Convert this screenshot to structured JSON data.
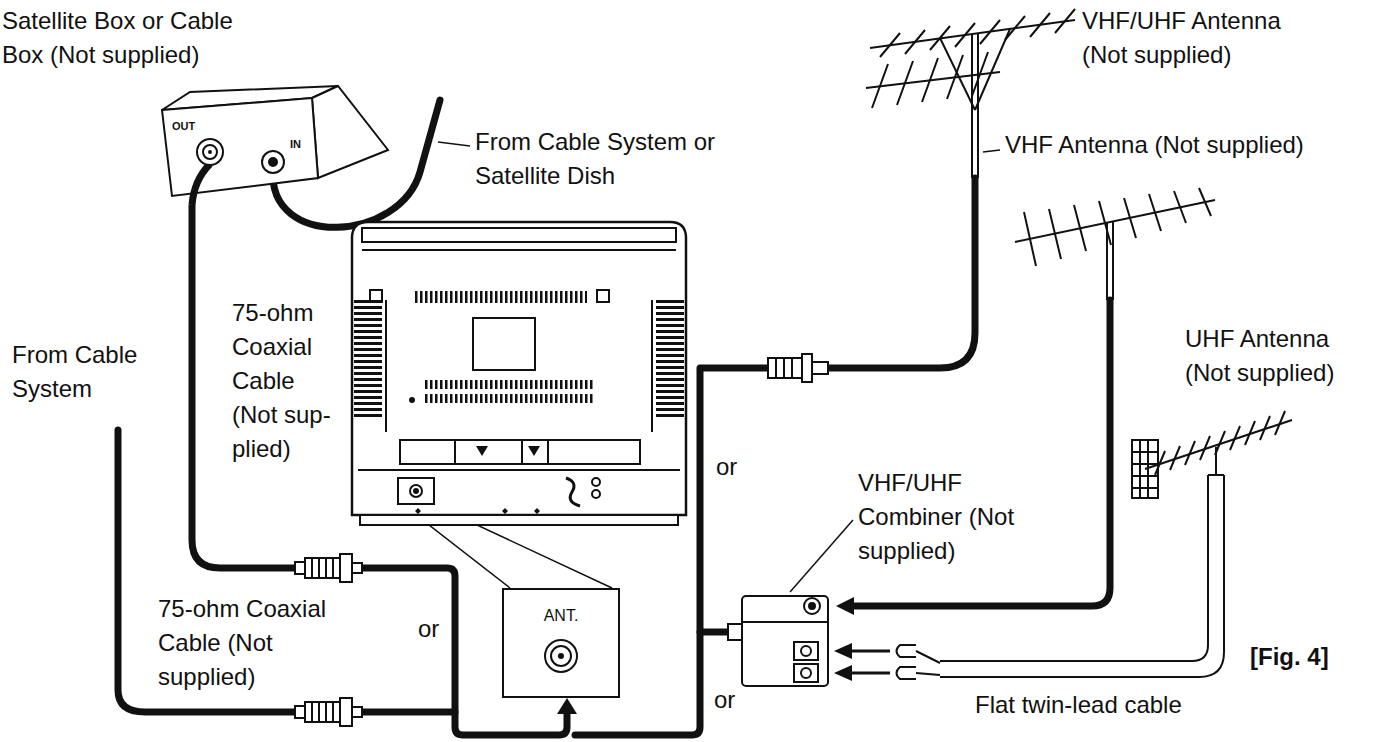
{
  "diagram": {
    "nodes": [
      {
        "text": [
          "Satellite Box or Cable Box (Not supplied)",
          "OUT",
          "IN"
        ]
      },
      {
        "text": [
          "ANT."
        ]
      }
    ],
    "edges": [
      {
        "from": 0,
        "to": 1,
        "arrow": "to"
      }
    ],
    "labels": [
      "From Cable System or Satellite Dish",
      "75-ohm Coaxial Cable (Not sup- plied)",
      "From Cable System",
      "VHF/UHF Antenna (Not supplied)",
      "VHF Antenna (Not supplied)",
      "UHF Antenna (Not supplied)",
      "or",
      "or",
      "or",
      "VHF/UHF Combiner (Not supplied)",
      "75-ohm Coaxial Cable (Not supplied)",
      "Flat twin-lead cable",
      "[Fig. 4]"
    ]
  }
}
